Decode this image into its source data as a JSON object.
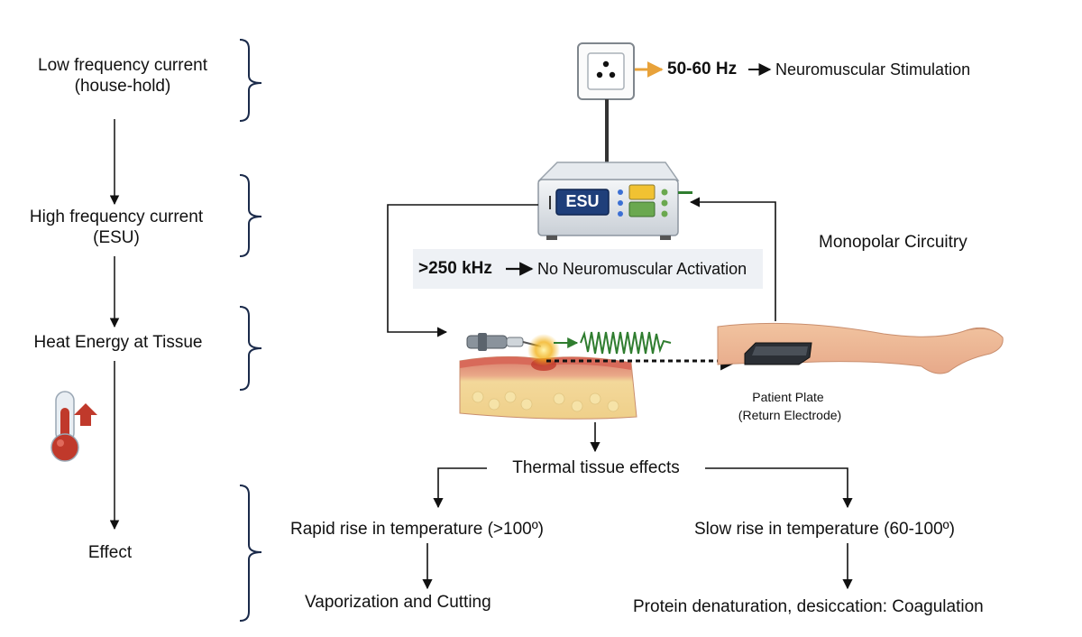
{
  "left_column": {
    "low_frequency_line1": "Low frequency current",
    "low_frequency_line2": "(house-hold)",
    "high_frequency_line1": "High frequency current",
    "high_frequency_line2": "(ESU)",
    "heat_energy": "Heat Energy at Tissue",
    "effect": "Effect"
  },
  "outlet": {
    "frequency": "50-60 Hz",
    "result": "Neuromuscular Stimulation"
  },
  "esu": {
    "screen_label": "ESU",
    "frequency": ">250 kHz",
    "result": "No Neuromuscular Activation"
  },
  "circuit_label": "Monopolar Circuitry",
  "patient_plate": {
    "title": "Patient Plate",
    "subtitle": "(Return Electrode)"
  },
  "effects": {
    "title": "Thermal tissue effects",
    "rapid_rise": "Rapid rise in temperature (>100º)",
    "slow_rise": "Slow rise in temperature (60-100º)",
    "vaporization": "Vaporization and Cutting",
    "coagulation": "Protein denaturation, desiccation: Coagulation"
  },
  "colors": {
    "outlet_arrow": "#e8a23a",
    "signal_wave": "#2f7d2f",
    "spark": "#f2b21b",
    "thermometer_red": "#c0392b",
    "esu_screen": "#1f3f7a",
    "esu_yellow": "#f1c232",
    "esu_green": "#6aa84f",
    "skin": "#f3c9a5",
    "fat": "#f6e3a8"
  },
  "icons": [
    "outlet-icon",
    "esu-unit-icon",
    "electrode-probe-icon",
    "tissue-icon",
    "leg-icon",
    "patient-plate-icon",
    "thermometer-icon",
    "up-arrow-icon"
  ]
}
